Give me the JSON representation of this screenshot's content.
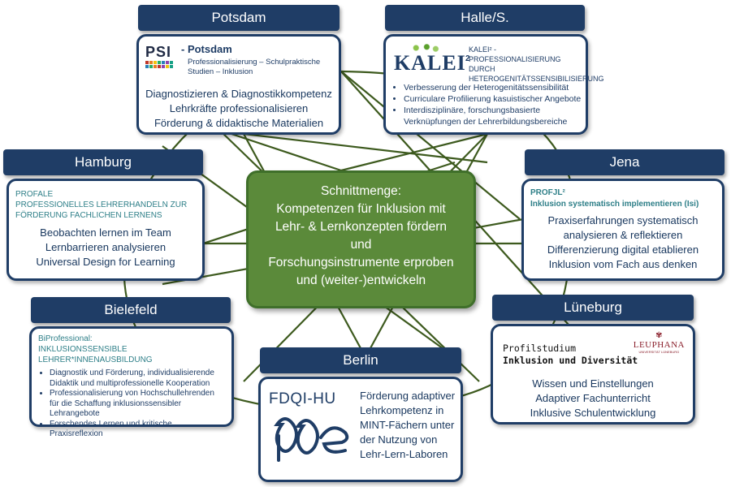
{
  "center": {
    "lines": [
      "Schnittmenge:",
      "Kompetenzen für Inklusion mit",
      "Lehr- & Lernkonzepten fördern",
      "und",
      "Forschungsinstrumente erproben",
      "und (weiter-)entwickeln"
    ]
  },
  "potsdam": {
    "header": "Potsdam",
    "logo_text": "PSI",
    "title": "- Potsdam",
    "subtitle": "Professionalisierung – Schulpraktische Studien – Inklusion",
    "items": [
      "Diagnostizieren & Diagnostikkompetenz",
      "Lehrkräfte professionalisieren",
      "Förderung & didaktische Materialien"
    ]
  },
  "halle": {
    "header": "Halle/S.",
    "logo_text": "KALEI",
    "logo_sup": "2",
    "title": "KALEI² - PROFESSIONALISIERUNG DURCH HETEROGENITÄTSSENSIBILISIERUNG",
    "items": [
      "Verbesserung der Heterogenitätssensibilität",
      "Curriculare Profilierung kasuistischer Angebote",
      "Interdisziplinäre, forschungsbasierte Verknüpfungen der Lehrerbildungsbereiche"
    ]
  },
  "hamburg": {
    "header": "Hamburg",
    "title_lines": [
      "PROFALE",
      "PROFESSIONELLES LEHRERHANDELN ZUR",
      "FÖRDERUNG FACHLICHEN LERNENS"
    ],
    "items": [
      "Beobachten lernen im Team",
      "Lernbarrieren analysieren",
      "Universal Design for Learning"
    ]
  },
  "jena": {
    "header": "Jena",
    "title_lines": [
      "PROFJL²",
      "Inklusion systematisch implementieren (Isi)"
    ],
    "items": [
      "Praxiserfahrungen systematisch",
      "analysieren & reflektieren",
      "Differenzierung digital etablieren",
      "Inklusion vom Fach aus denken"
    ]
  },
  "bielefeld": {
    "header": "Bielefeld",
    "title_lines": [
      "BiProfessional:",
      "INKLUSIONSSENSIBLE LEHRER*INNENAUSBILDUNG"
    ],
    "items": [
      "Diagnostik und Förderung, individualisierende Didaktik und multiprofessionelle Kooperation",
      "Professionalisierung von Hochschullehrenden für die Schaffung inklusionssensibler Lehrangebote",
      "Forschendes Lernen und kritische Praxisreflexion"
    ]
  },
  "lueneburg": {
    "header": "Lüneburg",
    "logo_text": "LEUPHANA",
    "logo_sub": "UNIVERSITÄT LÜNEBURG",
    "title_lines": [
      "Profilstudium",
      "Inklusion und Diversität"
    ],
    "items": [
      "Wissen und Einstellungen",
      "Adaptiver Fachunterricht",
      "Inklusive Schulentwicklung"
    ]
  },
  "berlin": {
    "header": "Berlin",
    "logo_text": "FDQI-HU",
    "items": [
      "Förderung adaptiver",
      "Lehrkompetenz in",
      "MINT-Fächern unter",
      "der Nutzung von",
      "Lehr-Lern-Laboren"
    ]
  },
  "colors": {
    "header_bg": "#1f3d66",
    "center_bg": "#5b8a3a",
    "connector": "#3d5a1e",
    "teal": "#2e7f88",
    "kalei_green": "#5aa02c"
  }
}
